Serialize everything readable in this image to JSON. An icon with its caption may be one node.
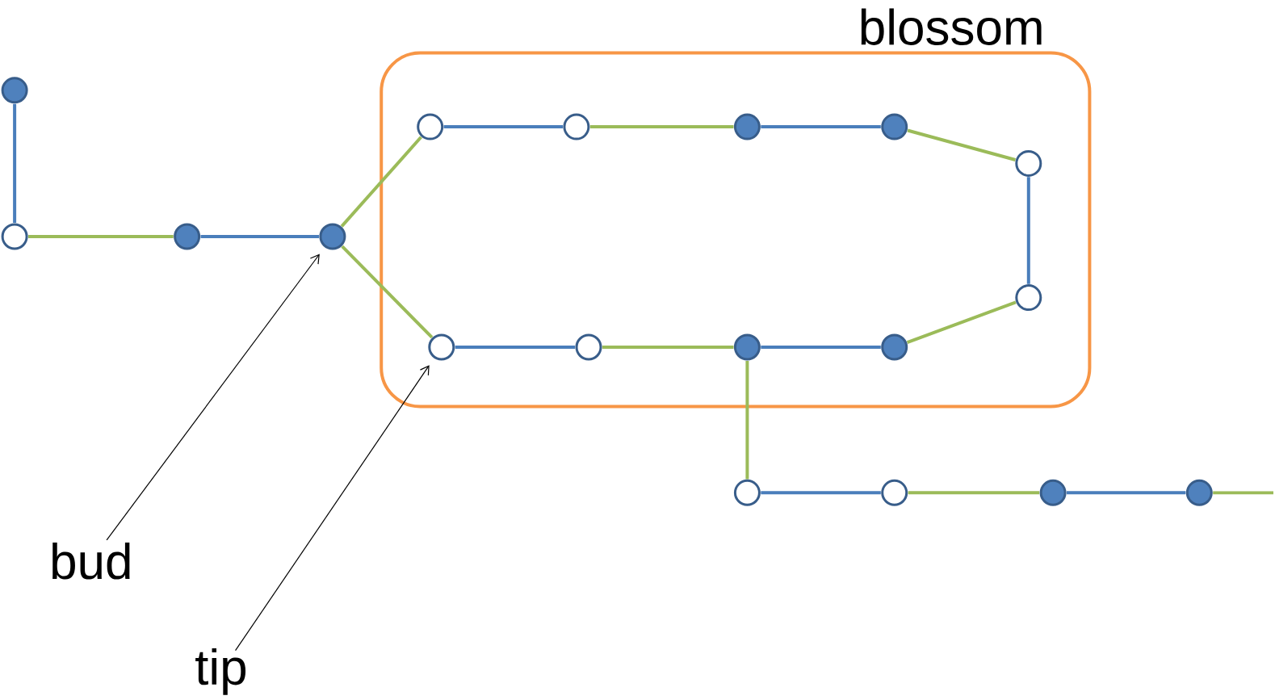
{
  "diagram": {
    "nodes": [
      {
        "text": [
          "blossom"
        ]
      },
      {
        "text": [],
        "shape": "dot"
      },
      {
        "text": [],
        "shape": "circle"
      },
      {
        "text": [],
        "shape": "dot"
      },
      {
        "text": [],
        "shape": "dot"
      },
      {
        "text": [],
        "shape": "circle",
        "in": 0
      },
      {
        "text": [],
        "shape": "circle",
        "in": 0
      },
      {
        "text": [],
        "shape": "dot",
        "in": 0
      },
      {
        "text": [],
        "shape": "dot",
        "in": 0
      },
      {
        "text": [],
        "shape": "circle",
        "in": 0
      },
      {
        "text": [],
        "shape": "circle",
        "in": 0
      },
      {
        "text": [],
        "shape": "circle",
        "in": 0
      },
      {
        "text": [],
        "shape": "circle",
        "in": 0
      },
      {
        "text": [],
        "shape": "dot",
        "in": 0
      },
      {
        "text": [],
        "shape": "dot",
        "in": 0
      },
      {
        "text": [],
        "shape": "circle"
      },
      {
        "text": [],
        "shape": "circle"
      },
      {
        "text": [],
        "shape": "dot"
      },
      {
        "text": [],
        "shape": "dot"
      },
      {
        "text": [
          "bud"
        ]
      },
      {
        "text": [
          "tip"
        ]
      }
    ],
    "edges": [
      {
        "from": 1,
        "to": 2,
        "arrow": "none",
        "color": "#4a7ebb"
      },
      {
        "from": 2,
        "to": 3,
        "arrow": "none",
        "color": "#9bbb59"
      },
      {
        "from": 3,
        "to": 4,
        "arrow": "none",
        "color": "#4a7ebb"
      },
      {
        "from": 4,
        "to": 5,
        "arrow": "none",
        "color": "#9bbb59"
      },
      {
        "from": 4,
        "to": 11,
        "arrow": "none",
        "color": "#9bbb59"
      },
      {
        "from": 5,
        "to": 6,
        "arrow": "none",
        "color": "#4a7ebb"
      },
      {
        "from": 6,
        "to": 7,
        "arrow": "none",
        "color": "#9bbb59"
      },
      {
        "from": 7,
        "to": 8,
        "arrow": "none",
        "color": "#4a7ebb"
      },
      {
        "from": 8,
        "to": 9,
        "arrow": "none",
        "color": "#9bbb59"
      },
      {
        "from": 9,
        "to": 10,
        "arrow": "none",
        "color": "#4a7ebb"
      },
      {
        "from": 10,
        "to": 14,
        "arrow": "none",
        "color": "#9bbb59"
      },
      {
        "from": 11,
        "to": 12,
        "arrow": "none",
        "color": "#4a7ebb"
      },
      {
        "from": 12,
        "to": 13,
        "arrow": "none",
        "color": "#9bbb59"
      },
      {
        "from": 13,
        "to": 14,
        "arrow": "none",
        "color": "#4a7ebb"
      },
      {
        "from": 13,
        "to": 15,
        "arrow": "none",
        "color": "#9bbb59"
      },
      {
        "from": 15,
        "to": 16,
        "arrow": "none",
        "color": "#4a7ebb"
      },
      {
        "from": 16,
        "to": 17,
        "arrow": "none",
        "color": "#9bbb59"
      },
      {
        "from": 17,
        "to": 18,
        "arrow": "none",
        "color": "#4a7ebb"
      },
      {
        "from": 18,
        "to": null,
        "arrow": "none",
        "color": "#9bbb59"
      },
      {
        "from": 19,
        "to": 4,
        "arrow": "to",
        "color": "#000000"
      },
      {
        "from": 20,
        "to": 11,
        "arrow": "to",
        "color": "#000000"
      }
    ]
  }
}
